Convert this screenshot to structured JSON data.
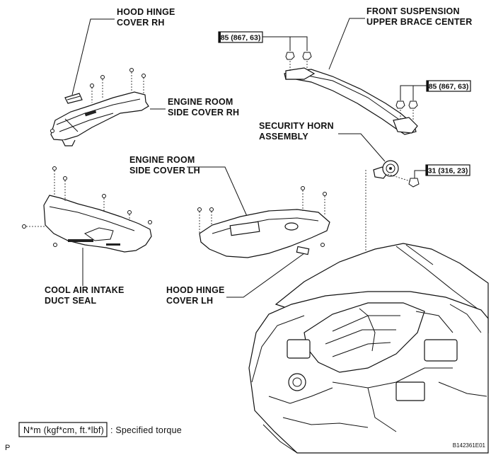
{
  "labels": {
    "hood_hinge_cover_rh": [
      "HOOD HINGE",
      "COVER RH"
    ],
    "engine_room_side_cover_rh": [
      "ENGINE ROOM",
      "SIDE COVER RH"
    ],
    "front_suspension_upper_brace_center": [
      "FRONT SUSPENSION",
      "UPPER BRACE CENTER"
    ],
    "security_horn_assembly": [
      "SECURITY HORN",
      "ASSEMBLY"
    ],
    "engine_room_side_cover_lh": [
      "ENGINE ROOM",
      "SIDE COVER LH"
    ],
    "cool_air_intake_duct_seal": [
      "COOL AIR INTAKE",
      "DUCT SEAL"
    ],
    "hood_hinge_cover_lh": [
      "HOOD HINGE",
      "COVER LH"
    ]
  },
  "torques": {
    "brace_left": "85 (867, 63)",
    "brace_right": "85 (867, 63)",
    "horn": "31 (316, 23)"
  },
  "legend": {
    "box_text": "N*m (kgf*cm, ft.*lbf)",
    "description": ": Specified torque"
  },
  "footer": {
    "corner_letter": "P",
    "figure_id": "B142361E01"
  }
}
